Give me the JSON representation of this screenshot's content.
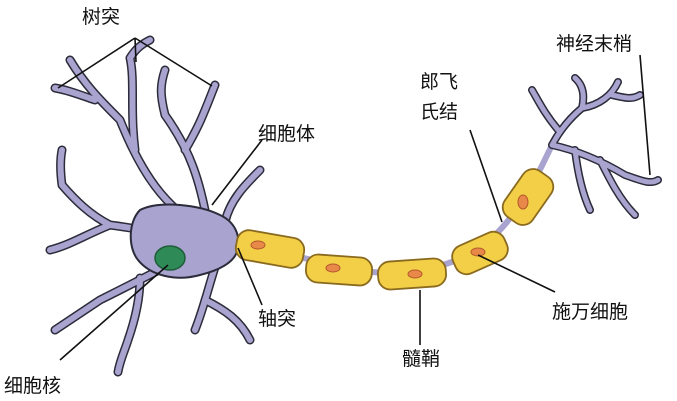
{
  "diagram": {
    "labels": {
      "dendrite": "树突",
      "cell_body": "细胞体",
      "nucleus": "细胞核",
      "axon": "轴突",
      "node_line1": "郎飞",
      "node_line2": "氏结",
      "myelin_sheath": "髓鞘",
      "schwann_cell": "施万细胞",
      "axon_terminal": "神经末梢"
    },
    "colors": {
      "neuron_fill": "#a8a3cf",
      "neuron_stroke": "#2b2b3a",
      "myelin_fill": "#f2cf47",
      "myelin_stroke": "#8a6a1e",
      "schwann_nucleus": "#e8894a",
      "nucleus_fill": "#2e8b57",
      "leader_line": "#111111"
    }
  }
}
